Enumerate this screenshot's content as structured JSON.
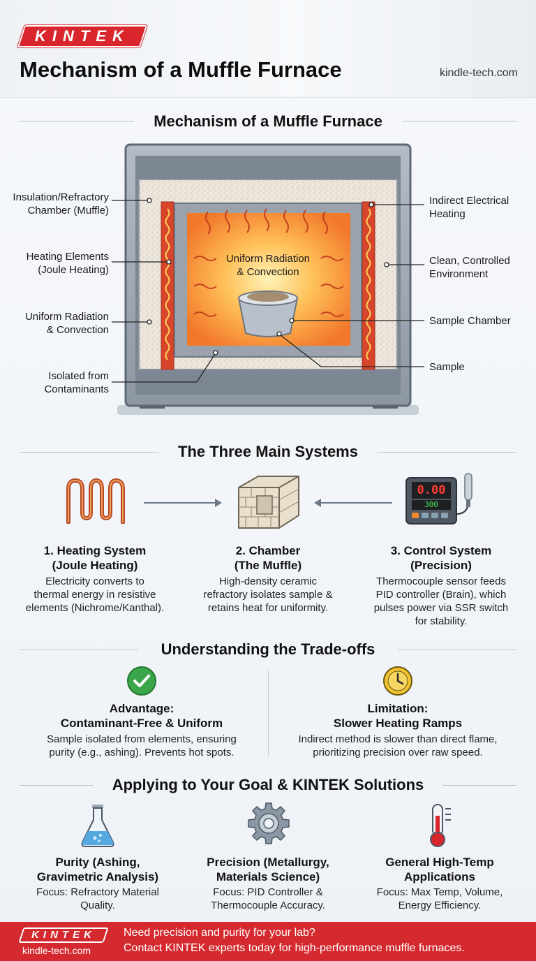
{
  "header": {
    "logo": "KINTEK",
    "title": "Mechanism of a Muffle Furnace",
    "site": "kindle-tech.com"
  },
  "diagram": {
    "heading": "Mechanism of a Muffle Furnace",
    "inner_text_1": "Uniform Radiation",
    "inner_text_2": "& Convection",
    "labels_left": [
      {
        "line1": "Insulation/Refractory",
        "line2": "Chamber (Muffle)"
      },
      {
        "line1": "Heating Elements",
        "line2": "(Joule Heating)"
      },
      {
        "line1": "Uniform Radiation",
        "line2": "& Convection"
      },
      {
        "line1": "Isolated from",
        "line2": "Contaminants"
      }
    ],
    "labels_right": [
      {
        "line1": "Indirect Electrical",
        "line2": "Heating"
      },
      {
        "line1": "Clean, Controlled",
        "line2": "Environment"
      },
      {
        "line1": "Sample Chamber",
        "line2": ""
      },
      {
        "line1": "Sample",
        "line2": ""
      }
    ]
  },
  "systems": {
    "heading": "The Three Main Systems",
    "controller_display_1": "0.00",
    "controller_display_2": "300",
    "items": [
      {
        "title1": "1. Heating System",
        "title2": "(Joule Heating)",
        "desc": [
          "Electricity converts to",
          "thermal energy in resistive",
          "elements (Nichrome/Kanthal)."
        ]
      },
      {
        "title1": "2. Chamber",
        "title2": "(The Muffle)",
        "desc": [
          "High-density ceramic",
          "refractory isolates sample &",
          "retains heat for uniformity."
        ]
      },
      {
        "title1": "3. Control System",
        "title2": "(Precision)",
        "desc": [
          "Thermocouple sensor feeds",
          "PID controller (Brain), which",
          "pulses power via SSR switch",
          "for stability."
        ]
      }
    ]
  },
  "tradeoffs": {
    "heading": "Understanding the Trade-offs",
    "items": [
      {
        "title1": "Advantage:",
        "title2": "Contaminant-Free & Uniform",
        "desc": [
          "Sample isolated from elements, ensuring",
          "purity (e.g., ashing). Prevents hot spots."
        ]
      },
      {
        "title1": "Limitation:",
        "title2": "Slower Heating Ramps",
        "desc": [
          "Indirect method is slower than direct flame,",
          "prioritizing precision over raw speed."
        ]
      }
    ]
  },
  "goals": {
    "heading": "Applying to Your Goal & KINTEK Solutions",
    "items": [
      {
        "title1": "Purity (Ashing,",
        "title2": "Gravimetric Analysis)",
        "desc": [
          "Focus: Refractory Material",
          "Quality."
        ]
      },
      {
        "title1": "Precision (Metallurgy,",
        "title2": "Materials Science)",
        "desc": [
          "Focus: PID Controller &",
          "Thermocouple Accuracy."
        ]
      },
      {
        "title1": "General High-Temp",
        "title2": "Applications",
        "desc": [
          "Focus: Max Temp, Volume,",
          "Energy Efficiency."
        ]
      }
    ]
  },
  "footer": {
    "logo": "KINTEK",
    "site": "kindle-tech.com",
    "line1": "Need precision and purity for your lab?",
    "line2": "Contact KINTEK experts today for high-performance muffle furnaces."
  },
  "colors": {
    "brand_red": "#d8262c",
    "heat_orange": "#f08a2c",
    "check_green": "#3aa54a",
    "clock_yellow": "#f2c230"
  }
}
